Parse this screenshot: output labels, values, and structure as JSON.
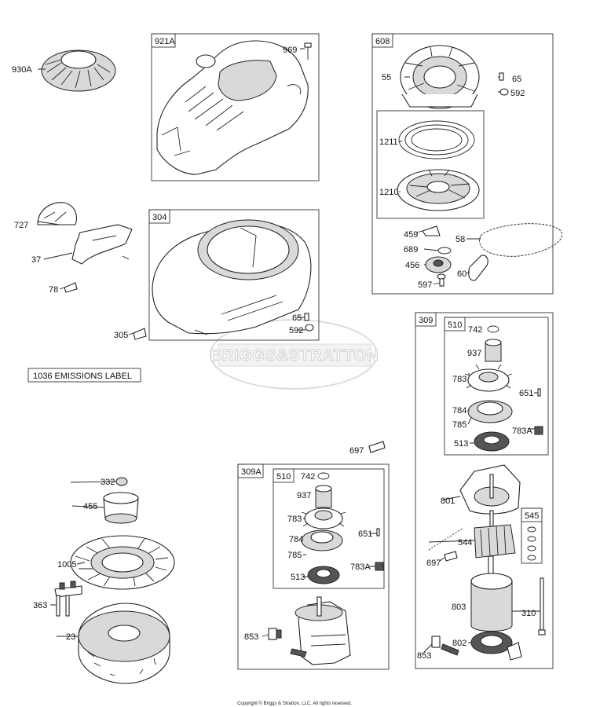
{
  "watermark": {
    "text": "BRIGGS&STRATTON"
  },
  "copyright": "Copyright © Briggs & Stratton, LLC. All rights reserved.",
  "emissions_label": "1036 EMISSIONS LABEL",
  "group_labels": {
    "g921A": "921A",
    "g304": "304",
    "g608": "608",
    "g309": "309",
    "g510a": "510",
    "g545": "545",
    "g309A": "309A",
    "g510b": "510"
  },
  "callouts": {
    "p930A": "930A",
    "p969": "969",
    "p55": "55",
    "p65a": "65",
    "p592a": "592",
    "p1211": "1211",
    "p1210": "1210",
    "p459": "459",
    "p58": "58",
    "p689": "689",
    "p456": "456",
    "p60": "60",
    "p597": "597",
    "p727": "727",
    "p37": "37",
    "p78": "78",
    "p305": "305",
    "p65b": "65",
    "p592b": "592",
    "p742a": "742",
    "p937a": "937",
    "p783a": "783",
    "p651a": "651",
    "p784a": "784",
    "p785a": "785",
    "p783Aa": "783A",
    "p513a": "513",
    "p697a": "697",
    "p332": "332",
    "p455": "455",
    "p1005": "1005",
    "p363": "363",
    "p23": "23",
    "p742b": "742",
    "p937b": "937",
    "p783b": "783",
    "p651b": "651",
    "p784b": "784",
    "p785b": "785",
    "p783Ab": "783A",
    "p513b": "513",
    "p853a": "853",
    "p801": "801",
    "p544": "544",
    "p697b": "697",
    "p803": "803",
    "p310": "310",
    "p802": "802",
    "p853b": "853"
  }
}
